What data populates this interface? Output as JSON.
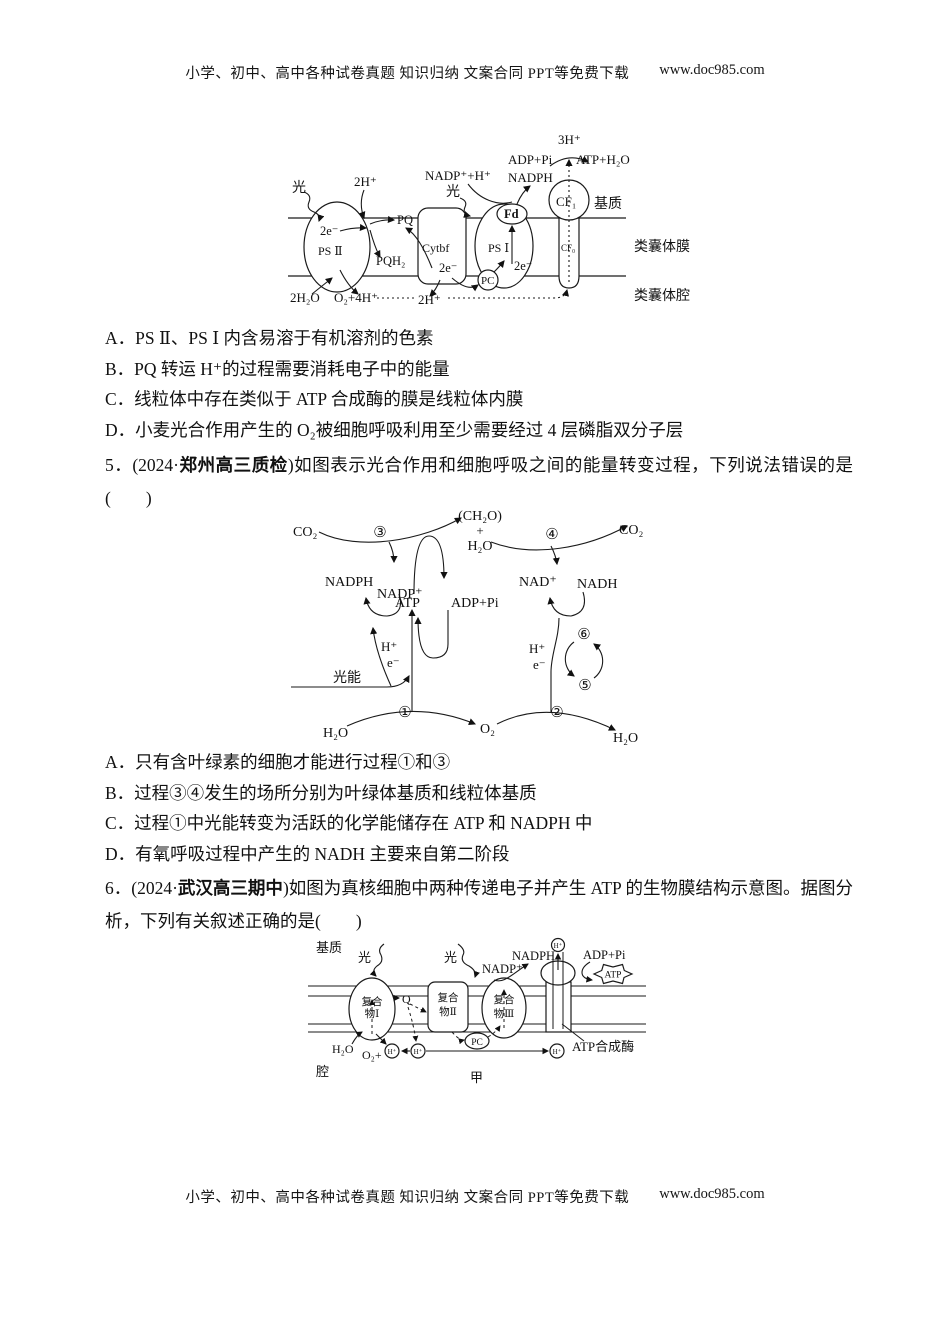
{
  "header": {
    "text": "小学、初中、高中各种试卷真题  知识归纳  文案合同  PPT等免费下载",
    "url": "www.doc985.com"
  },
  "footer": {
    "text": "小学、初中、高中各种试卷真题  知识归纳  文案合同  PPT等免费下载",
    "url": "www.doc985.com"
  },
  "q4": {
    "options": [
      "A．PS Ⅱ、PS Ⅰ 内含易溶于有机溶剂的色素",
      "B．PQ 转运 H⁺的过程需要消耗电子中的能量",
      "C．线粒体中存在类似于 ATP 合成酶的膜是线粒体内膜",
      "D．小麦光合作用产生的 O₂被细胞呼吸利用至少需要经过 4 层磷脂双分子层"
    ],
    "diagram": {
      "guang_left": "光",
      "two_h": "2H⁺",
      "two_e_ps2": "2e⁻",
      "ps2": "PS Ⅱ",
      "pq": "PQ",
      "pqh2": "PQH₂",
      "cytbf": "Cytbf",
      "two_e_cytbf": "2e⁻",
      "guang_right": "光",
      "nadp_h": "NADP⁺+H⁺",
      "nadph": "NADPH",
      "fd": "Fd",
      "ps1": "PS Ⅰ",
      "two_e_ps1": "2e⁻",
      "pc": "PC",
      "three_h": "3H⁺",
      "adp_pi": "ADP+Pi",
      "atp_h2o": "ATP+H₂O",
      "cf1": "CF₁",
      "cf0": "CF₀",
      "stroma": "基质",
      "thylakoid_membrane": "类囊体膜",
      "thylakoid_lumen": "类囊体腔",
      "two_h2o": "2H₂O",
      "o2_4h": "O₂+4H⁺",
      "two_h_mid": "2H⁺"
    }
  },
  "q5": {
    "stem_prefix": "5．(2024·",
    "stem_source": "郑州高三质检",
    "stem_rest": ")如图表示光合作用和细胞呼吸之间的能量转变过程，下列说法错误的是(　　)",
    "options": [
      "A．只有含叶绿素的细胞才能进行过程①和③",
      "B．过程③④发生的场所分别为叶绿体基质和线粒体基质",
      "C．过程①中光能转变为活跃的化学能储存在 ATP 和 NADPH 中",
      "D．有氧呼吸过程中产生的 NADH 主要来自第二阶段"
    ],
    "diagram": {
      "co2_left": "CO₂",
      "step3": "③",
      "cho": "(CH₂O)",
      "plus": "+",
      "h2o_top": "H₂O",
      "step4": "④",
      "co2_right": "CO₂",
      "nadph": "NADPH",
      "nadp": "NADP⁺",
      "atp": "ATP",
      "adp_pi": "ADP+Pi",
      "nad": "NAD⁺",
      "nadh": "NADH",
      "h_left": "H⁺",
      "e_left": "e⁻",
      "light_energy": "光能",
      "step1": "①",
      "h2o_bottom_left": "H₂O",
      "o2": "O₂",
      "step2": "②",
      "h2o_bottom_right": "H₂O",
      "h_right": "H⁺",
      "e_right": "e⁻",
      "step6": "⑥",
      "step5": "⑤"
    }
  },
  "q6": {
    "stem_prefix": "6．(2024·",
    "stem_source": "武汉高三期中",
    "stem_rest": ")如图为真核细胞中两种传递电子并产生 ATP 的生物膜结构示意图。据图分析，下列有关叙述正确的是(　　)",
    "diagram": {
      "matrix": "基质",
      "guang_left": "光",
      "guang_right": "光",
      "nadp": "NADP⁺",
      "nadph": "NADPH",
      "h_top": "H⁺",
      "adp_pi": "ADP+Pi",
      "atp": "ATP",
      "complex1_l1": "复合",
      "complex1_l2": "物Ⅰ",
      "q": "Q",
      "complex2_l1": "复合",
      "complex2_l2": "物Ⅱ",
      "complex3_l1": "复合",
      "complex3_l2": "物Ⅲ",
      "pc": "PC",
      "h2o": "H₂O",
      "o2_plus": "O₂+",
      "h_1": "H⁺",
      "h_2": "H⁺",
      "h_3": "H⁺",
      "atp_synthase": "ATP合成酶",
      "lumen": "腔",
      "jia": "甲"
    }
  }
}
